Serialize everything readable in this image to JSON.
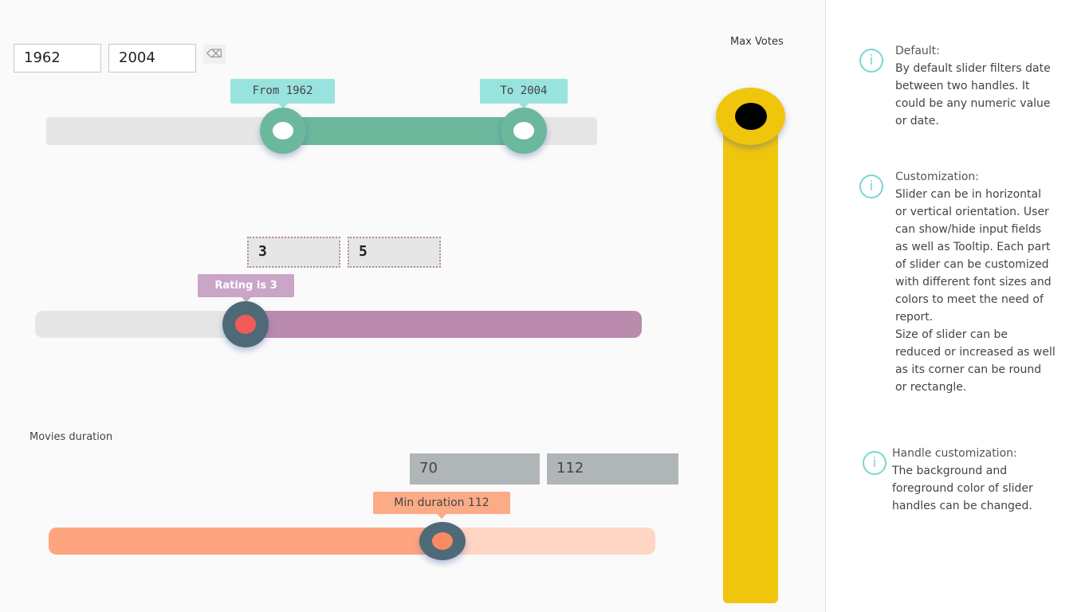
{
  "year_slider": {
    "from_input": "1962",
    "to_input": "2004",
    "from_tooltip": "From 1962",
    "to_tooltip": "To 2004",
    "colors": {
      "fill": "#6cb89c",
      "tooltip": "#98e3dd"
    }
  },
  "rating_slider": {
    "from_input": "3",
    "to_input": "5",
    "tooltip": "Rating is 3",
    "colors": {
      "fill": "#ba8bad",
      "handle": "#4e6a77",
      "handle_inner": "#f25a5a"
    }
  },
  "duration_slider": {
    "label": "Movies duration",
    "from_input": "70",
    "to_input": "112",
    "tooltip": "Min duration 112",
    "colors": {
      "fill": "#fea57f",
      "track": "#ffd5c4"
    }
  },
  "votes_slider": {
    "label": "Max Votes",
    "colors": {
      "track": "#f0c60d"
    }
  },
  "info": [
    {
      "title": "Default:",
      "body": "By default slider filters date\nbetween two handles. It\ncould be any numeric value\nor date."
    },
    {
      "title": "Customization:",
      "body": "Slider can be in horizontal\nor vertical orientation. User\ncan show/hide input fields\nas well as Tooltip. Each part\nof slider can be customized\nwith different font sizes and\ncolors to meet the need of\nreport.\nSize of slider can be\nreduced or increased as well\nas its corner can be round\nor rectangle."
    },
    {
      "title": "Handle customization:",
      "body": "The background and\nforeground color of slider\nhandles can be changed."
    }
  ]
}
